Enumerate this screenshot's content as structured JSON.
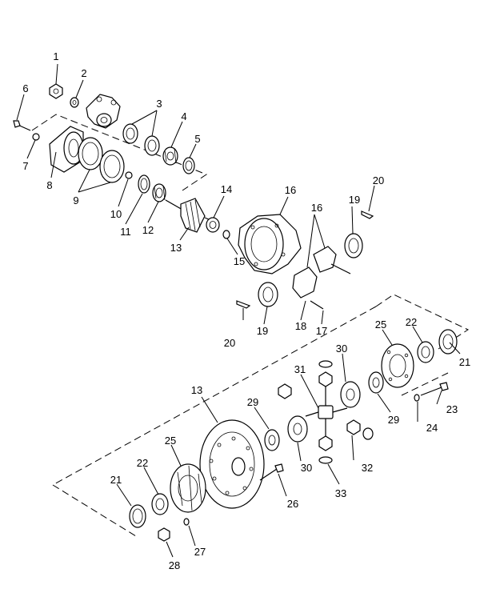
{
  "diagram": {
    "callouts": [
      {
        "id": "c1a",
        "text": "1"
      },
      {
        "id": "c2a",
        "text": "2"
      },
      {
        "id": "c3a",
        "text": "3"
      },
      {
        "id": "c4a",
        "text": "4"
      },
      {
        "id": "c5a",
        "text": "5"
      },
      {
        "id": "c6a",
        "text": "6"
      },
      {
        "id": "c7a",
        "text": "7"
      },
      {
        "id": "c8a",
        "text": "8"
      },
      {
        "id": "c9a",
        "text": "9"
      },
      {
        "id": "c10a",
        "text": "10"
      },
      {
        "id": "c11a",
        "text": "11"
      },
      {
        "id": "c12a",
        "text": "12"
      },
      {
        "id": "c13a",
        "text": "13"
      },
      {
        "id": "c14a",
        "text": "14"
      },
      {
        "id": "c15a",
        "text": "15"
      },
      {
        "id": "c16a",
        "text": "16"
      },
      {
        "id": "c16b",
        "text": "16"
      },
      {
        "id": "c17a",
        "text": "17"
      },
      {
        "id": "c18a",
        "text": "18"
      },
      {
        "id": "c19a",
        "text": "19"
      },
      {
        "id": "c19b",
        "text": "19"
      },
      {
        "id": "c20a",
        "text": "20"
      },
      {
        "id": "c20b",
        "text": "20"
      },
      {
        "id": "c21a",
        "text": "21"
      },
      {
        "id": "c21b",
        "text": "21"
      },
      {
        "id": "c22a",
        "text": "22"
      },
      {
        "id": "c22b",
        "text": "22"
      },
      {
        "id": "c23a",
        "text": "23"
      },
      {
        "id": "c24a",
        "text": "24"
      },
      {
        "id": "c25a",
        "text": "25"
      },
      {
        "id": "c25b",
        "text": "25"
      },
      {
        "id": "c26a",
        "text": "26"
      },
      {
        "id": "c27a",
        "text": "27"
      },
      {
        "id": "c28a",
        "text": "28"
      },
      {
        "id": "c29a",
        "text": "29"
      },
      {
        "id": "c29b",
        "text": "29"
      },
      {
        "id": "c30a",
        "text": "30"
      },
      {
        "id": "c30b",
        "text": "30"
      },
      {
        "id": "c31a",
        "text": "31"
      },
      {
        "id": "c32a",
        "text": "32"
      },
      {
        "id": "c33a",
        "text": "33"
      },
      {
        "id": "c13b",
        "text": "13"
      }
    ]
  }
}
